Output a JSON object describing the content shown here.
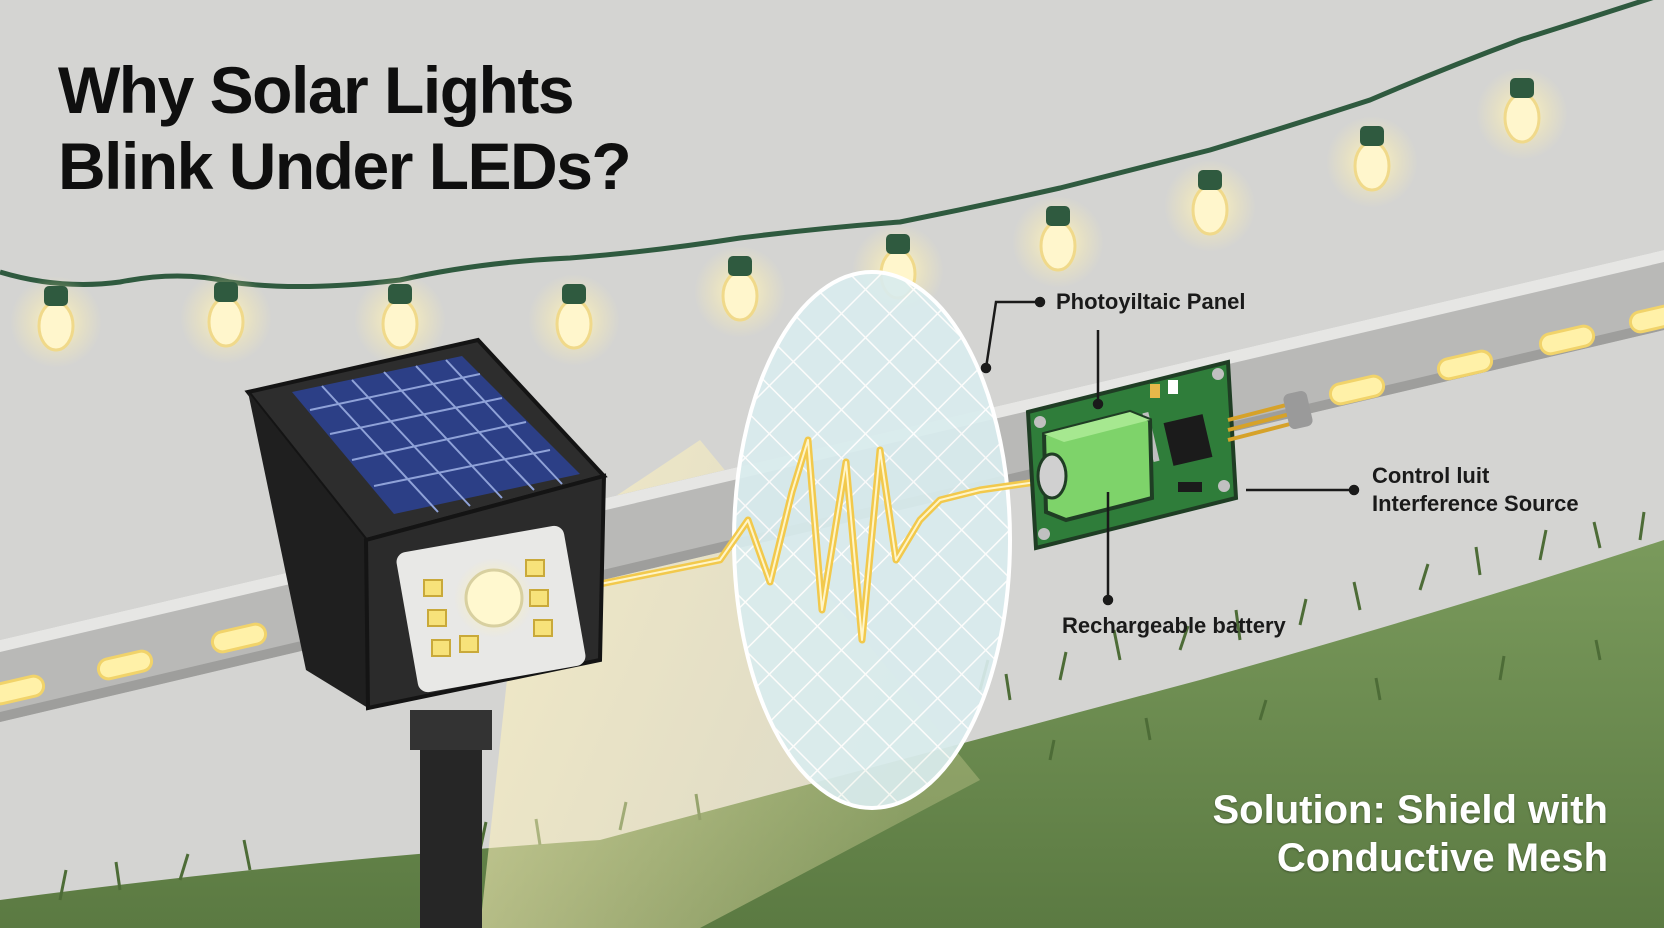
{
  "title": {
    "line1": "Why Solar Lights",
    "line2": "Blink Under LEDs?"
  },
  "labels": {
    "photovoltaic_panel": "Photoyiltaic Panel",
    "control_circuit_line1": "Control luit",
    "control_circuit_line2": "Interference Source",
    "battery": "Rechargeable battery"
  },
  "solution": {
    "line1": "Solution: Shield with",
    "line2": "Conductive Mesh"
  },
  "colors": {
    "background": "#d4d4d2",
    "grass": "#6e8f52",
    "string_wire": "#2f5a3f",
    "bulb_glow": "#fff3b8",
    "signal_wave": "#f2c94c",
    "pcb_green": "#2f7d3a",
    "battery_green": "#7ed36a",
    "solar_cell": "#2c3f86",
    "mesh": "#cfe6ea"
  }
}
